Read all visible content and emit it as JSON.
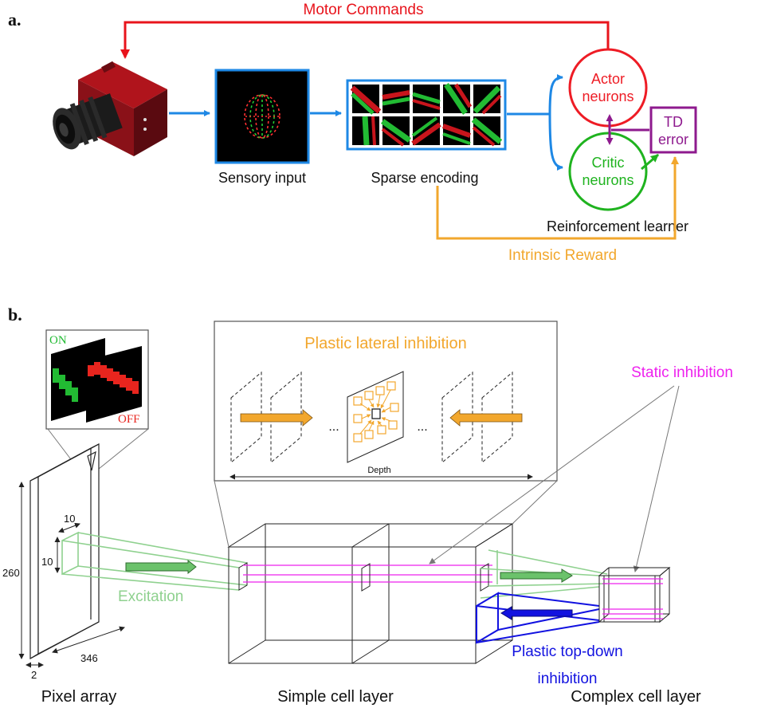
{
  "panel_a": {
    "label": "a.",
    "motor_commands": "Motor Commands",
    "sensory_input": "Sensory input",
    "sparse_encoding": "Sparse encoding",
    "actor_line1": "Actor",
    "actor_line2": "neurons",
    "critic_line1": "Critic",
    "critic_line2": "neurons",
    "td_line1": "TD",
    "td_line2": "error",
    "reinforcement_learner": "Reinforcement learner",
    "intrinsic_reward": "Intrinsic Reward"
  },
  "panel_b": {
    "label": "b.",
    "on": "ON",
    "off": "OFF",
    "plastic_lateral_inhibition": "Plastic lateral inhibition",
    "ellipsis_left": "...",
    "ellipsis_right": "...",
    "depth": "Depth",
    "static_inhibition": "Static inhibition",
    "dim_10_top": "10",
    "dim_10_side": "10",
    "dim_260": "260",
    "dim_346": "346",
    "dim_2": "2",
    "excitation": "Excitation",
    "plastic_top_down_line1": "Plastic top-down",
    "plastic_top_down_line2": "inhibition",
    "pixel_array": "Pixel array",
    "simple_cell_layer": "Simple cell layer",
    "complex_cell_layer": "Complex cell layer"
  },
  "colors": {
    "motor": "#e8141c",
    "actor": "#ee1c25",
    "critic": "#1fb31f",
    "td": "#8e1a8e",
    "reward": "#f2a72d",
    "flow": "#1e88e5",
    "excitation": "#8fd18f",
    "top_down": "#1212e0",
    "static": "#ee22ee",
    "lateral": "#f2a72d"
  }
}
